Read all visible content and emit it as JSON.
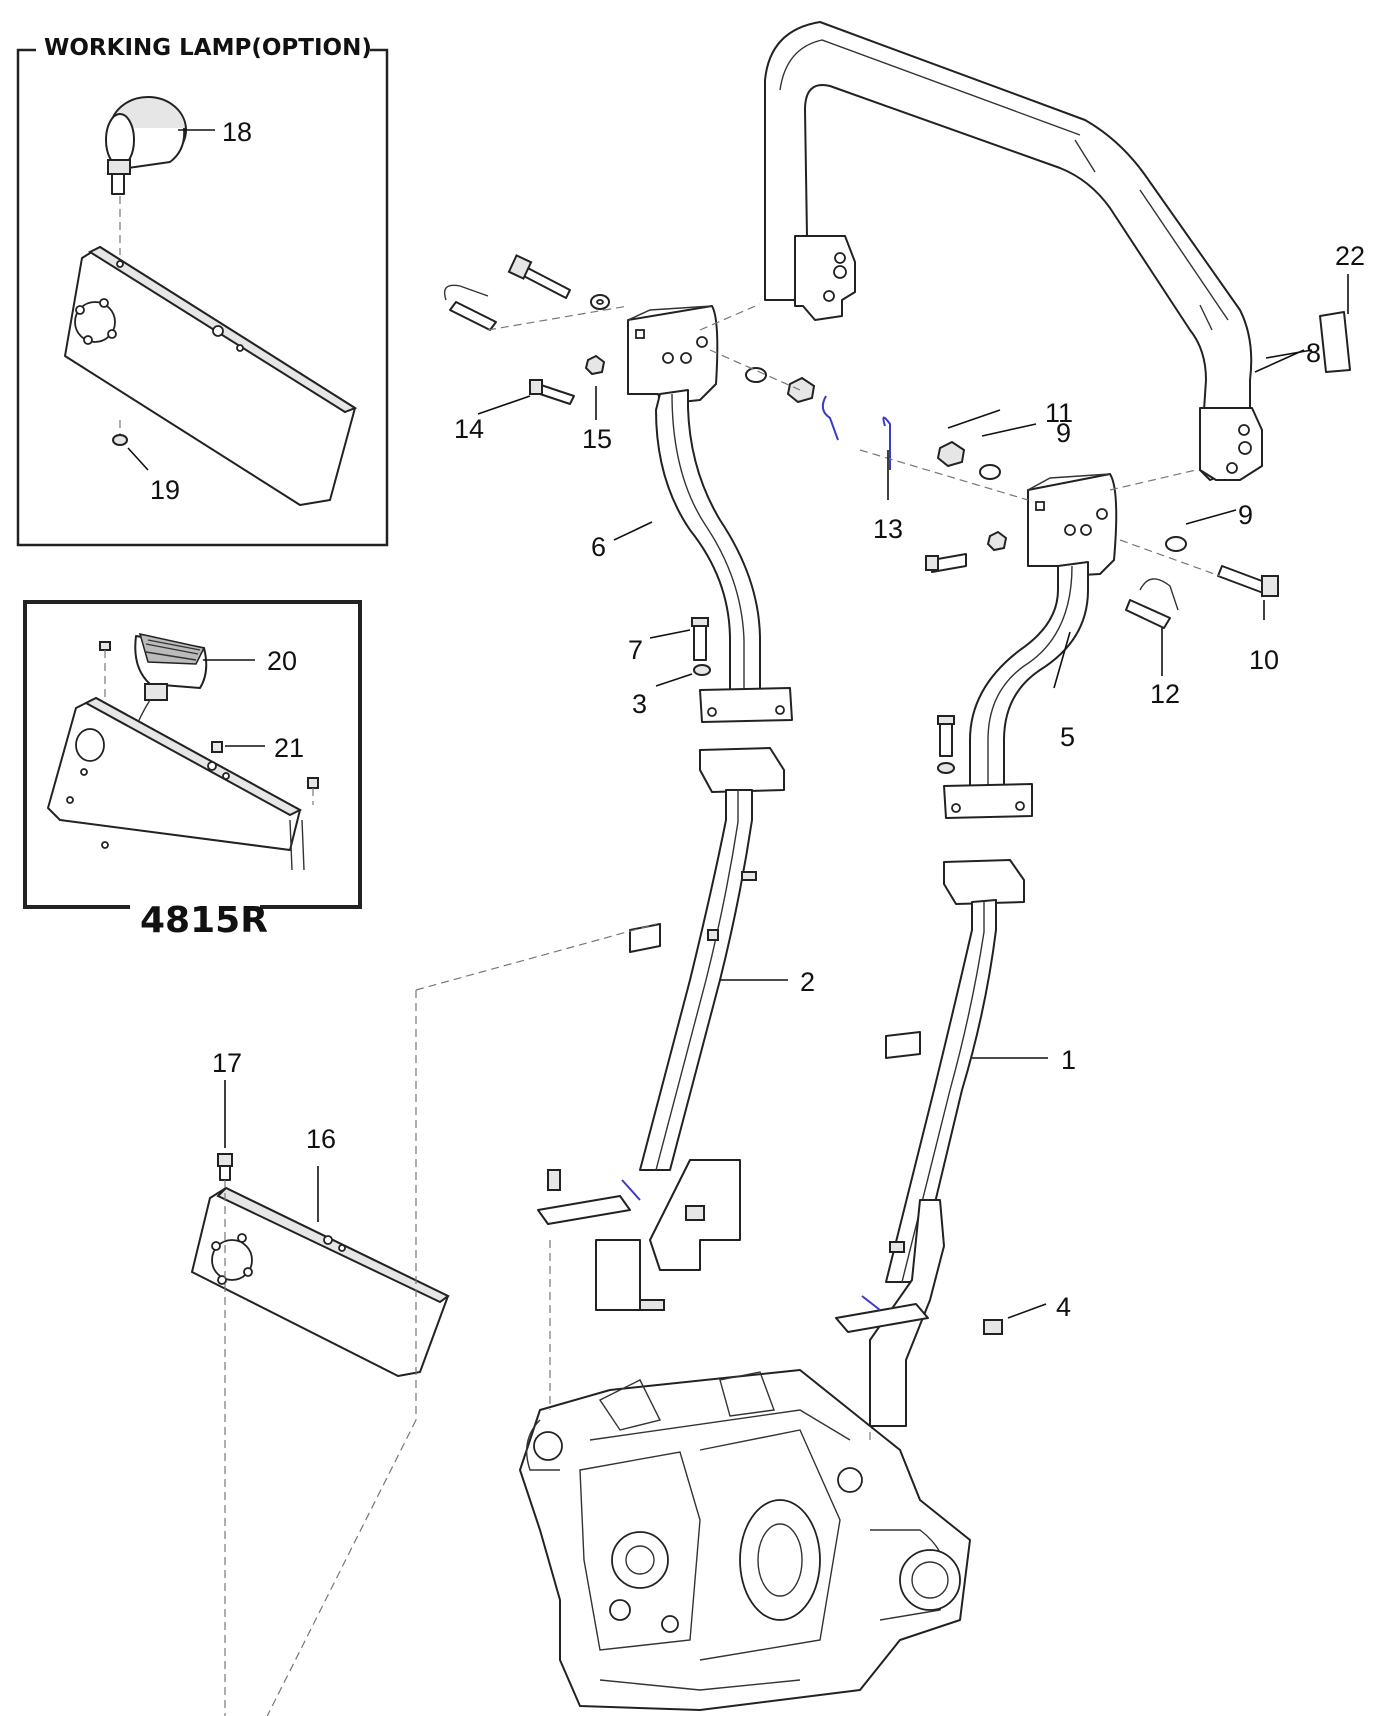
{
  "inset_working_lamp": {
    "title": "WORKING LAMP(OPTION)"
  },
  "inset_4815r": {
    "title": "4815R"
  },
  "callouts": [
    "1",
    "2",
    "3",
    "4",
    "5",
    "6",
    "7",
    "8",
    "9",
    "9",
    "10",
    "11",
    "12",
    "13",
    "14",
    "15",
    "16",
    "17",
    "18",
    "19",
    "20",
    "21",
    "22"
  ]
}
